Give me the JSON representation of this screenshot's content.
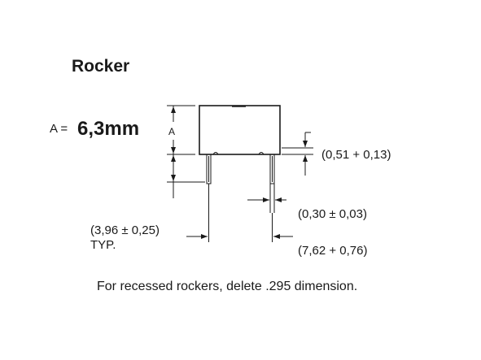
{
  "title": "Rocker",
  "dimension_a": {
    "prefix": "A =",
    "value": "6,3mm"
  },
  "labels": {
    "height_marker": "A",
    "pin_offset": "(0,51 + 0,13)",
    "pin_width": "(0,30 ± 0,03)",
    "pin_length": "(3,96 ± 0,25)",
    "pin_length_note": "TYP.",
    "pin_spacing": "(7,62 + 0,76)"
  },
  "footnote": "For recessed rockers, delete .295 dimension."
}
